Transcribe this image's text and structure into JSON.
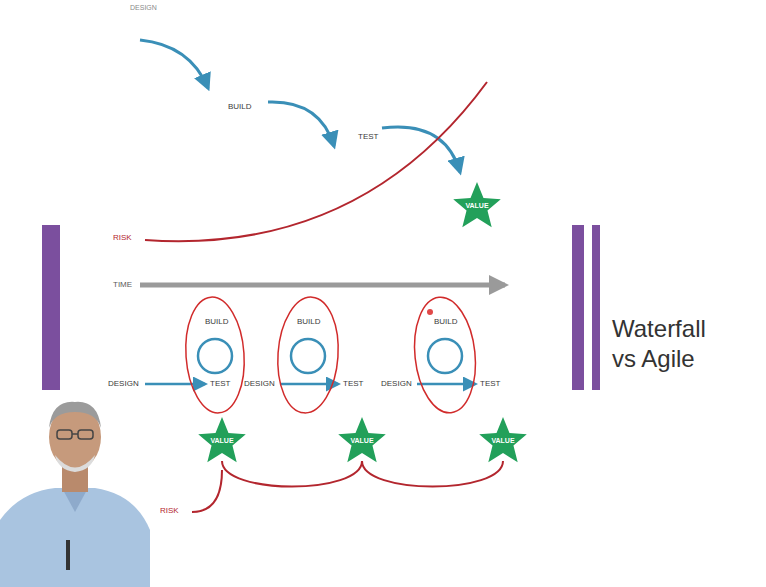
{
  "diagram": {
    "title": "Waterfall vs Agile",
    "nodes": [
      {
        "text": [
          "VALUE"
        ]
      },
      {
        "text": [
          "VALUE"
        ]
      },
      {
        "text": [
          "VALUE"
        ]
      },
      {
        "text": [
          "VALUE"
        ]
      }
    ],
    "edges": [
      {
        "from": 1,
        "to": 2,
        "arrow": "none"
      },
      {
        "from": 2,
        "to": 3,
        "arrow": "none"
      }
    ],
    "labels": [
      "DESIGN",
      "BUILD",
      "TEST",
      "RISK",
      "TIME",
      "BUILD",
      "DESIGN",
      "TEST",
      "BUILD",
      "DESIGN",
      "TEST",
      "BUILD",
      "DESIGN",
      "TEST",
      "RISK"
    ]
  }
}
